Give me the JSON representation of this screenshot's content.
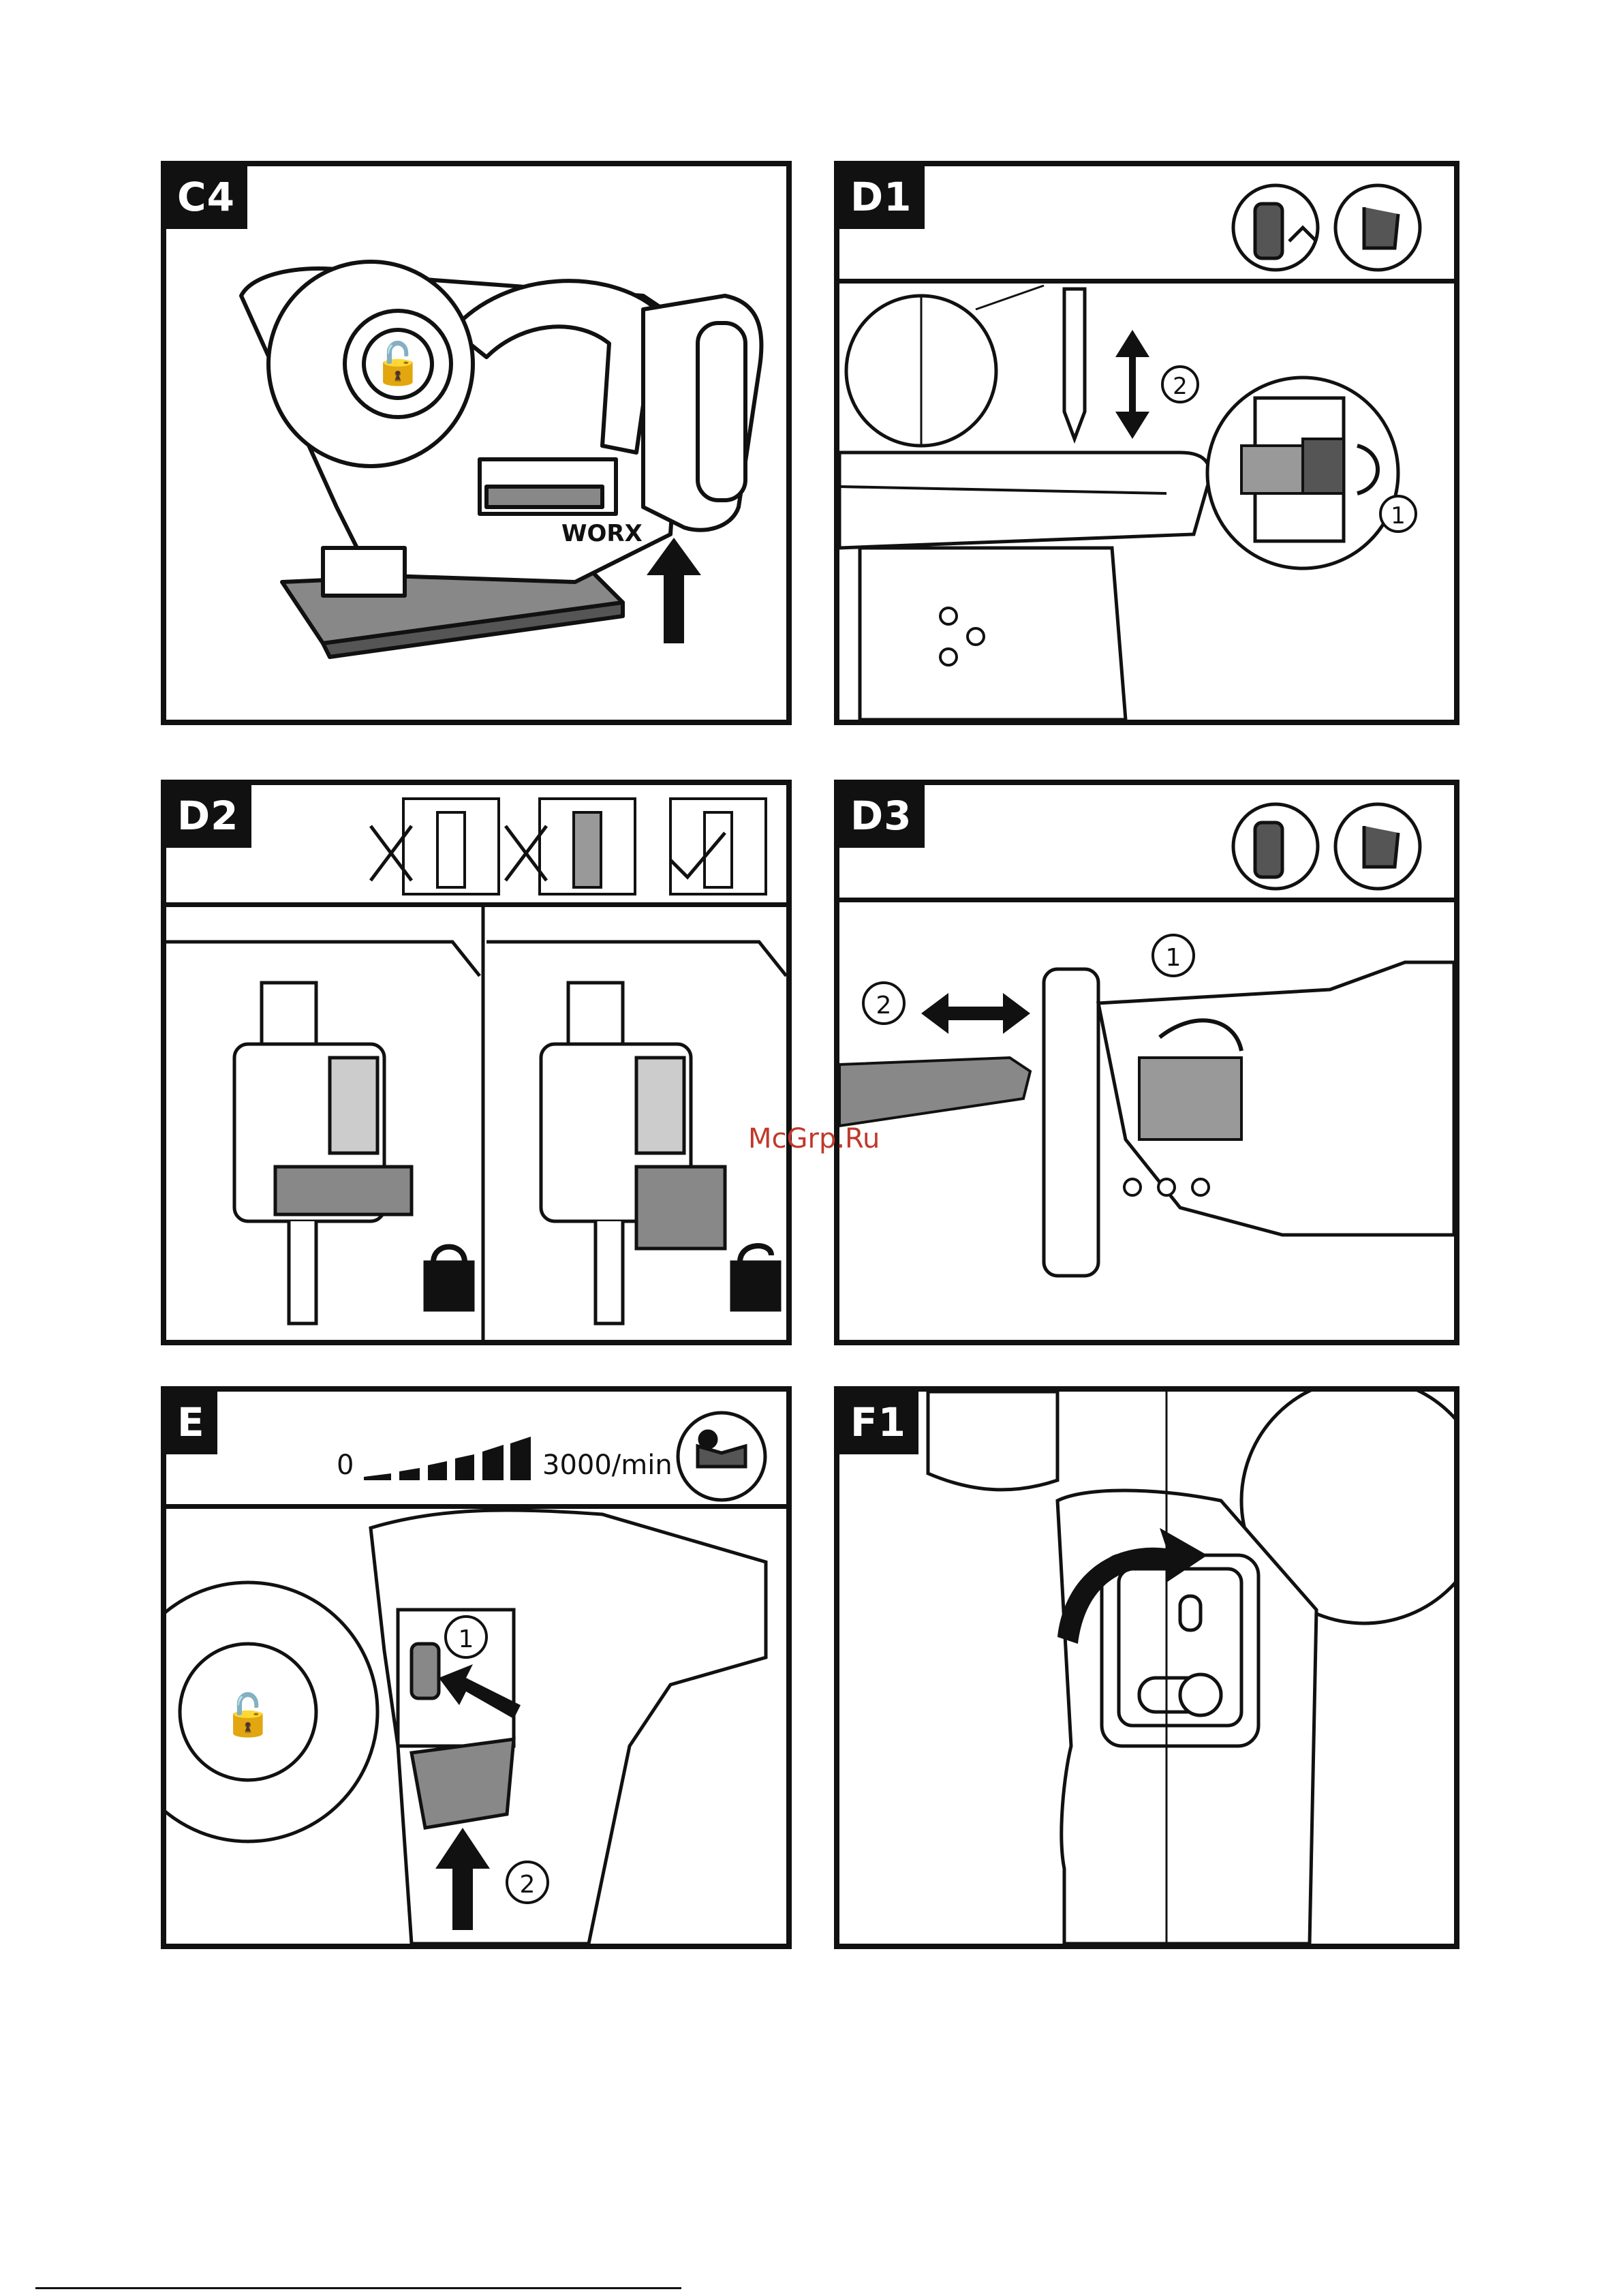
{
  "panels": {
    "c4": {
      "label": "C4"
    },
    "d1": {
      "label": "D1",
      "steps": [
        "1",
        "2"
      ]
    },
    "d2": {
      "label": "D2"
    },
    "d3": {
      "label": "D3",
      "steps": [
        "1",
        "2"
      ]
    },
    "e": {
      "label": "E",
      "speed_min": "0",
      "speed_max": "3000/min",
      "steps": [
        "1",
        "2"
      ]
    },
    "f1": {
      "label": "F1"
    }
  },
  "brand": "WORX",
  "watermark": "McGrp.Ru"
}
